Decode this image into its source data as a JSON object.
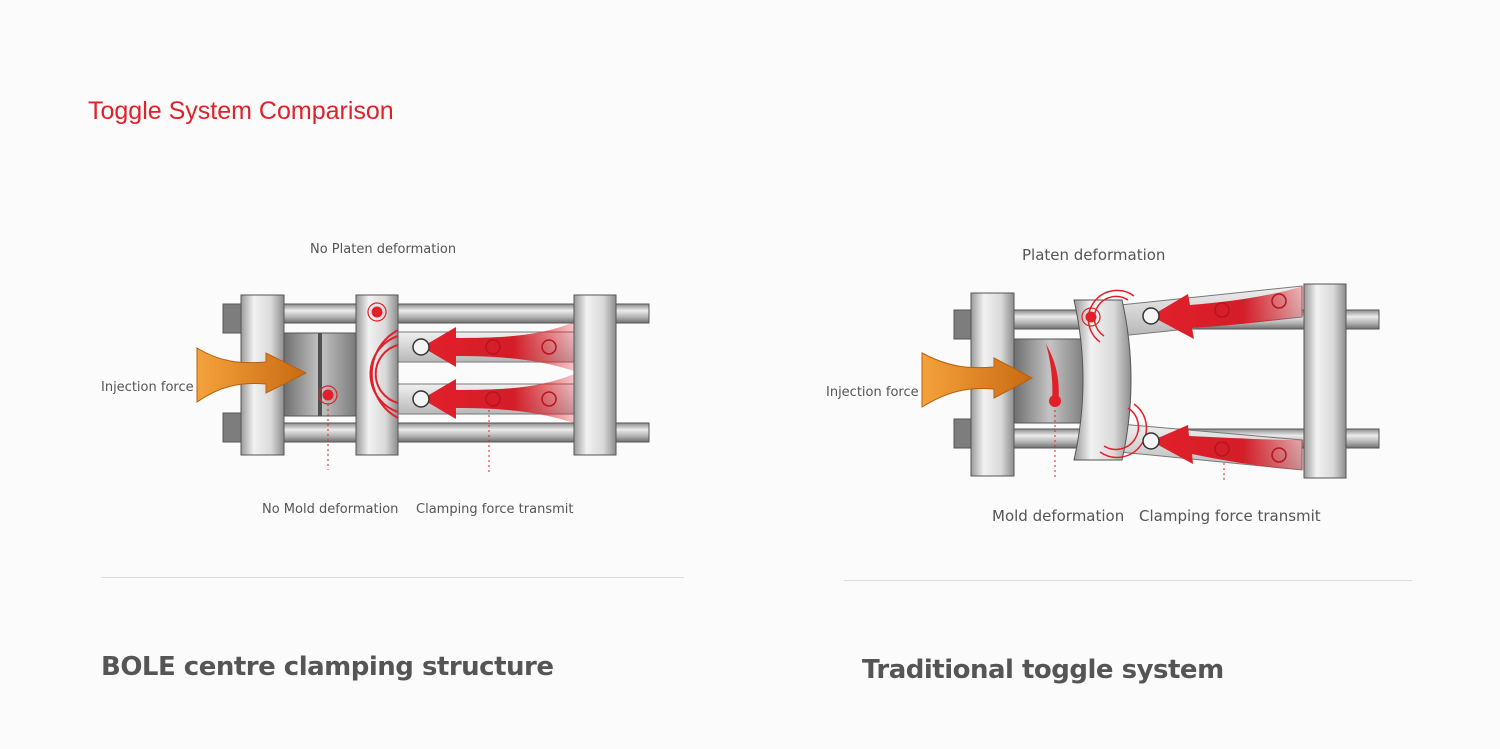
{
  "page_title": "Toggle System Comparison",
  "left_panel": {
    "top_label": "No Platen deformation",
    "injection_label": "Injection force",
    "mold_label": "No Mold  deformation",
    "clamping_label": "Clamping force transmit",
    "section_title": "BOLE centre clamping structure"
  },
  "right_panel": {
    "top_label": "Platen deformation",
    "injection_label": "Injection force",
    "mold_label": "Mold  deformation",
    "clamping_label": "Clamping force transmit",
    "section_title": "Traditional toggle system"
  },
  "colors": {
    "accent_red": "#e2202a",
    "injection_orange": "#e98a1e",
    "platen_gray": "#d8d8d8",
    "text_gray": "#555555"
  }
}
